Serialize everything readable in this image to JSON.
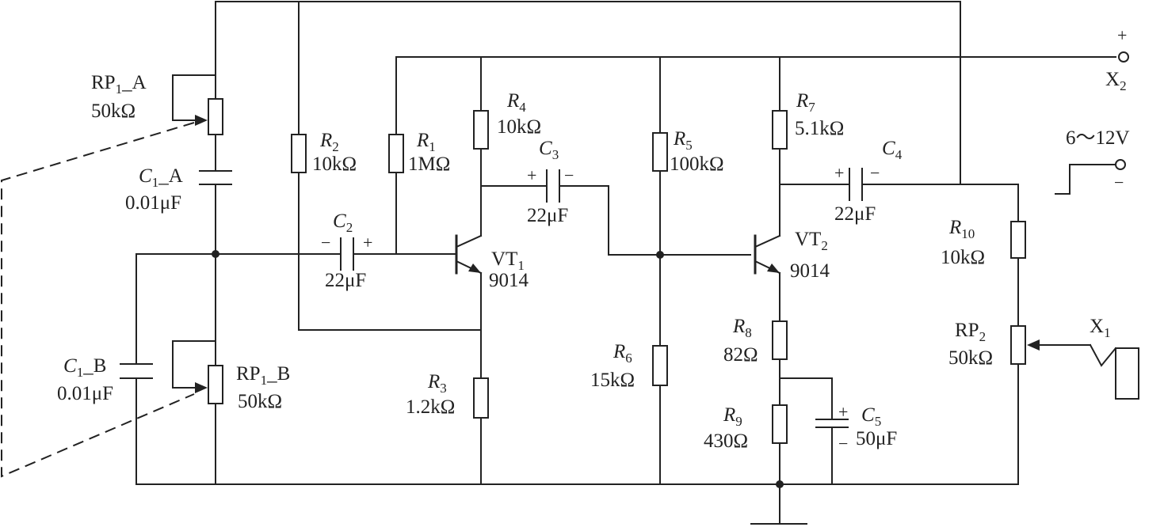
{
  "components": {
    "rp1a": {
      "label": "RP",
      "sub": "1",
      "suffix": "_A",
      "value": "50kΩ"
    },
    "rp1b": {
      "label": "RP",
      "sub": "1",
      "suffix": "_B",
      "value": "50kΩ"
    },
    "c1a": {
      "label": "C",
      "sub": "1",
      "suffix": "_A",
      "value": "0.01μF"
    },
    "c1b": {
      "label": "C",
      "sub": "1",
      "suffix": "_B",
      "value": "0.01μF"
    },
    "r1": {
      "label": "R",
      "sub": "1",
      "value": "1MΩ"
    },
    "r2": {
      "label": "R",
      "sub": "2",
      "value": "10kΩ"
    },
    "r3": {
      "label": "R",
      "sub": "3",
      "value": "1.2kΩ"
    },
    "r4": {
      "label": "R",
      "sub": "4",
      "value": "10kΩ"
    },
    "r5": {
      "label": "R",
      "sub": "5",
      "value": "100kΩ"
    },
    "r6": {
      "label": "R",
      "sub": "6",
      "value": "15kΩ"
    },
    "r7": {
      "label": "R",
      "sub": "7",
      "value": "5.1kΩ"
    },
    "r8": {
      "label": "R",
      "sub": "8",
      "value": "82Ω"
    },
    "r9": {
      "label": "R",
      "sub": "9",
      "value": "430Ω"
    },
    "r10": {
      "label": "R",
      "sub": "10",
      "value": "10kΩ"
    },
    "c2": {
      "label": "C",
      "sub": "2",
      "value": "22μF",
      "plus": "+",
      "minus": "−"
    },
    "c3": {
      "label": "C",
      "sub": "3",
      "value": "22μF",
      "plus": "+",
      "minus": "−"
    },
    "c4": {
      "label": "C",
      "sub": "4",
      "value": "22μF",
      "plus": "+",
      "minus": "−"
    },
    "c5": {
      "label": "C",
      "sub": "5",
      "value": "50μF",
      "plus": "+",
      "minus": "−"
    },
    "vt1": {
      "label": "VT",
      "sub": "1",
      "value": "9014"
    },
    "vt2": {
      "label": "VT",
      "sub": "2",
      "value": "9014"
    },
    "rp2": {
      "label": "RP",
      "sub": "2",
      "value": "50kΩ"
    }
  },
  "terminals": {
    "x1": {
      "label": "X",
      "sub": "1"
    },
    "x2": {
      "label": "X",
      "sub": "2",
      "polarity": "+"
    },
    "supply": {
      "voltage": "6～12V",
      "polarity": "−"
    }
  }
}
